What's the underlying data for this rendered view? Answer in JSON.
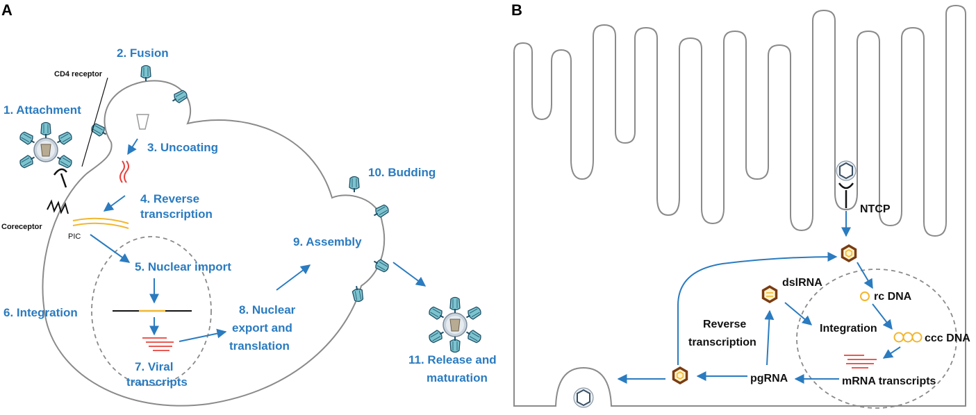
{
  "panel_a": {
    "letter": "A",
    "steps": {
      "s1": "1. Attachment",
      "s2": "2. Fusion",
      "s3": "3. Uncoating",
      "s4a": "4. Reverse",
      "s4b": "transcription",
      "s5": "5. Nuclear import",
      "s6": "6. Integration",
      "s7a": "7. Viral",
      "s7b": "transcripts",
      "s8a": "8. Nuclear",
      "s8b": "export and",
      "s8c": "translation",
      "s9": "9. Assembly",
      "s10": "10. Budding",
      "s11a": "11. Release and",
      "s11b": "maturation"
    },
    "labels": {
      "cd4": "CD4 receptor",
      "coreceptor": "Coreceptor",
      "pic": "PIC"
    }
  },
  "panel_b": {
    "letter": "B",
    "labels": {
      "ntcp": "NTCP",
      "dslrna": "dslRNA",
      "rcdna": "rc DNA",
      "integration": "Integration",
      "cccdna": "ccc DNA",
      "rt_a": "Reverse",
      "rt_b": "transcription",
      "pgrna": "pgRNA",
      "mrna": "mRNA transcripts"
    }
  },
  "colors": {
    "step_text": "#2a7bc0",
    "arrow": "#2a7bc0",
    "membrane": "#8a8a8a",
    "rna": "#e8403a",
    "dna": "#f2b62e",
    "capsid": "#7a3c12",
    "glycoprotein": "#7cc4cf"
  }
}
